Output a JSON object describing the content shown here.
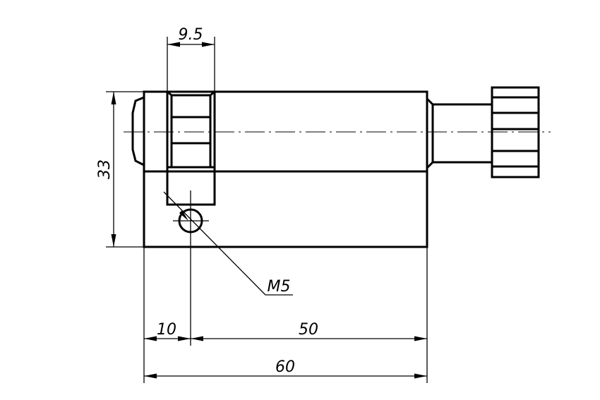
{
  "drawing": {
    "dimensions": {
      "nut_width": "9.5",
      "height": "33",
      "offset": "10",
      "body_length": "50",
      "total_length": "60"
    },
    "callouts": {
      "thread": "M5"
    }
  }
}
